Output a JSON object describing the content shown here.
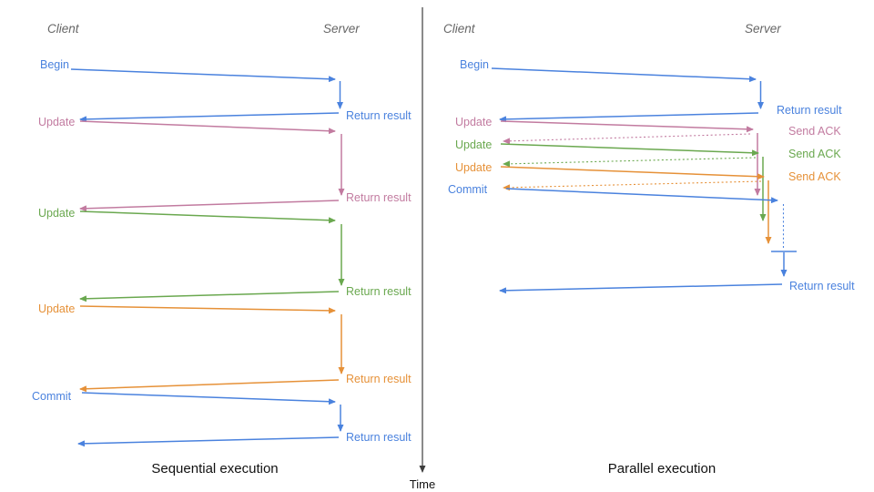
{
  "colors": {
    "blue": "#4a82de",
    "pink": "#c27ba0",
    "green": "#6aa84f",
    "orange": "#e69138",
    "header_gray": "#666666",
    "axis": "#3d3d3d",
    "caption": "#111111"
  },
  "time_axis": {
    "label": "Time"
  },
  "left": {
    "client_header": "Client",
    "server_header": "Server",
    "caption": "Sequential execution",
    "messages": [
      {
        "label": "Begin",
        "response": "Return result",
        "color": "blue"
      },
      {
        "label": "Update",
        "response": "Return result",
        "color": "pink"
      },
      {
        "label": "Update",
        "response": "Return result",
        "color": "green"
      },
      {
        "label": "Update",
        "response": "Return result",
        "color": "orange"
      },
      {
        "label": "Commit",
        "response": "Return result",
        "color": "blue"
      }
    ]
  },
  "right": {
    "client_header": "Client",
    "server_header": "Server",
    "caption": "Parallel execution",
    "messages": [
      {
        "label": "Begin",
        "response": "Return result",
        "color": "blue"
      },
      {
        "label": "Update",
        "response": "Send ACK",
        "color": "pink"
      },
      {
        "label": "Update",
        "response": "Send ACK",
        "color": "green"
      },
      {
        "label": "Update",
        "response": "Send ACK",
        "color": "orange"
      },
      {
        "label": "Commit",
        "response": "Return result",
        "color": "blue"
      }
    ]
  }
}
